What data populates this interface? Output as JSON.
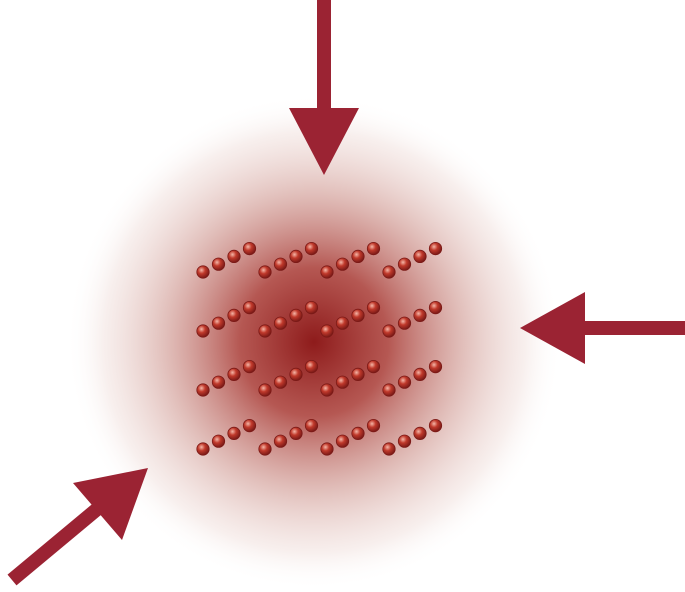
{
  "diagram": {
    "colors": {
      "background": "#ffffff",
      "arrow": "#9b2333",
      "glow_center": "#8e1b1b",
      "particle_fill": "#c0392b",
      "particle_stroke": "#7b1a17",
      "particle_highlight": "#f5b7a8"
    },
    "arrows": [
      {
        "id": "top",
        "direction": "down",
        "icon": "arrow-down-icon"
      },
      {
        "id": "right",
        "direction": "left",
        "icon": "arrow-left-icon"
      },
      {
        "id": "bottom-left",
        "direction": "up-right",
        "icon": "arrow-up-right-icon"
      }
    ],
    "particle_grid": {
      "rows": 4,
      "columns": 4,
      "particles_per_chain": 4
    }
  }
}
